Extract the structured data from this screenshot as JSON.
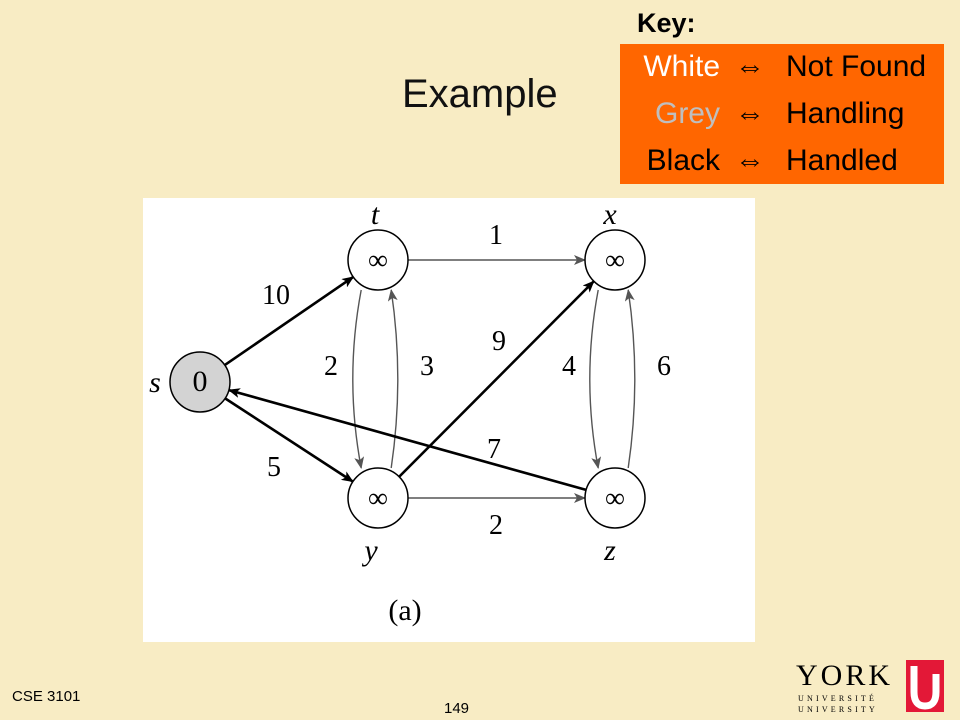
{
  "slide": {
    "title": "Example",
    "course": "CSE 3101",
    "page_number": "149"
  },
  "key": {
    "label": "Key:",
    "background_color": "#ff6600",
    "arrow_icon": "left-right-double-arrow-icon",
    "rows": [
      {
        "state": "White",
        "meaning": "Not Found",
        "state_color": "#ffffff"
      },
      {
        "state": "Grey",
        "meaning": "Handling",
        "state_color": "#bfbfbf"
      },
      {
        "state": "Black",
        "meaning": "Handled",
        "state_color": "#000000"
      }
    ]
  },
  "graph": {
    "caption": "(a)",
    "nodes": [
      {
        "id": "s",
        "label": "s",
        "value": "0",
        "color": "#d3d3d3"
      },
      {
        "id": "t",
        "label": "t",
        "value": "∞",
        "color": "#ffffff"
      },
      {
        "id": "x",
        "label": "x",
        "value": "∞",
        "color": "#ffffff"
      },
      {
        "id": "y",
        "label": "y",
        "value": "∞",
        "color": "#ffffff"
      },
      {
        "id": "z",
        "label": "z",
        "value": "∞",
        "color": "#ffffff"
      }
    ],
    "edges": [
      {
        "from": "s",
        "to": "t",
        "weight": "10"
      },
      {
        "from": "s",
        "to": "y",
        "weight": "5"
      },
      {
        "from": "t",
        "to": "x",
        "weight": "1"
      },
      {
        "from": "t",
        "to": "y",
        "weight": "2"
      },
      {
        "from": "y",
        "to": "t",
        "weight": "3"
      },
      {
        "from": "y",
        "to": "x",
        "weight": "9"
      },
      {
        "from": "y",
        "to": "z",
        "weight": "2"
      },
      {
        "from": "x",
        "to": "z",
        "weight": "4"
      },
      {
        "from": "z",
        "to": "x",
        "weight": "6"
      },
      {
        "from": "z",
        "to": "s",
        "weight": "7"
      }
    ]
  },
  "logo": {
    "name": "YORK",
    "line1": "UNIVERSITÉ",
    "line2": "UNIVERSITY"
  }
}
